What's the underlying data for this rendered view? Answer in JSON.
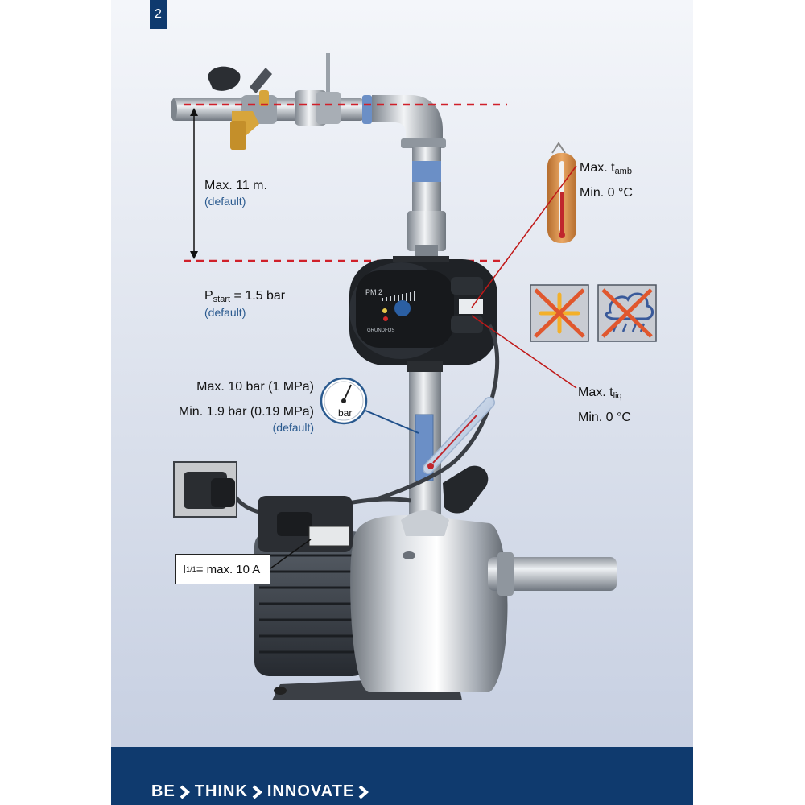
{
  "page": {
    "number": "2"
  },
  "annotations": {
    "suction_height": "Max. 11 m.",
    "suction_height_note": "(default)",
    "pstart_p": "P",
    "pstart_sub": "start",
    "pstart_value": " = 1.5 bar",
    "pstart_note": "(default)",
    "ambient_max_prefix": "Max. t",
    "ambient_max_sub": "amb",
    "ambient_min": "Min. 0 °C",
    "pressure_max": "Max. 10 bar (1 MPa)",
    "pressure_min": "Min. 1.9 bar (0.19 MPa)",
    "pressure_note": "(default)",
    "gauge_unit": "bar",
    "liquid_max_prefix": "Max. t",
    "liquid_max_sub": "liq",
    "liquid_min": "Min. 0 °C",
    "current_prefix": "I",
    "current_sub": "1/1",
    "current_value": " = max. 10 A"
  },
  "device": {
    "model": "PM 2",
    "brand": "GRUNDFOS"
  },
  "footer": {
    "slogan": [
      "BE",
      "THINK",
      "INNOVATE"
    ]
  },
  "colors": {
    "brand_blue": "#0f3a6e",
    "dashed_line": "#d0202a",
    "leader_line": "#c01818"
  }
}
